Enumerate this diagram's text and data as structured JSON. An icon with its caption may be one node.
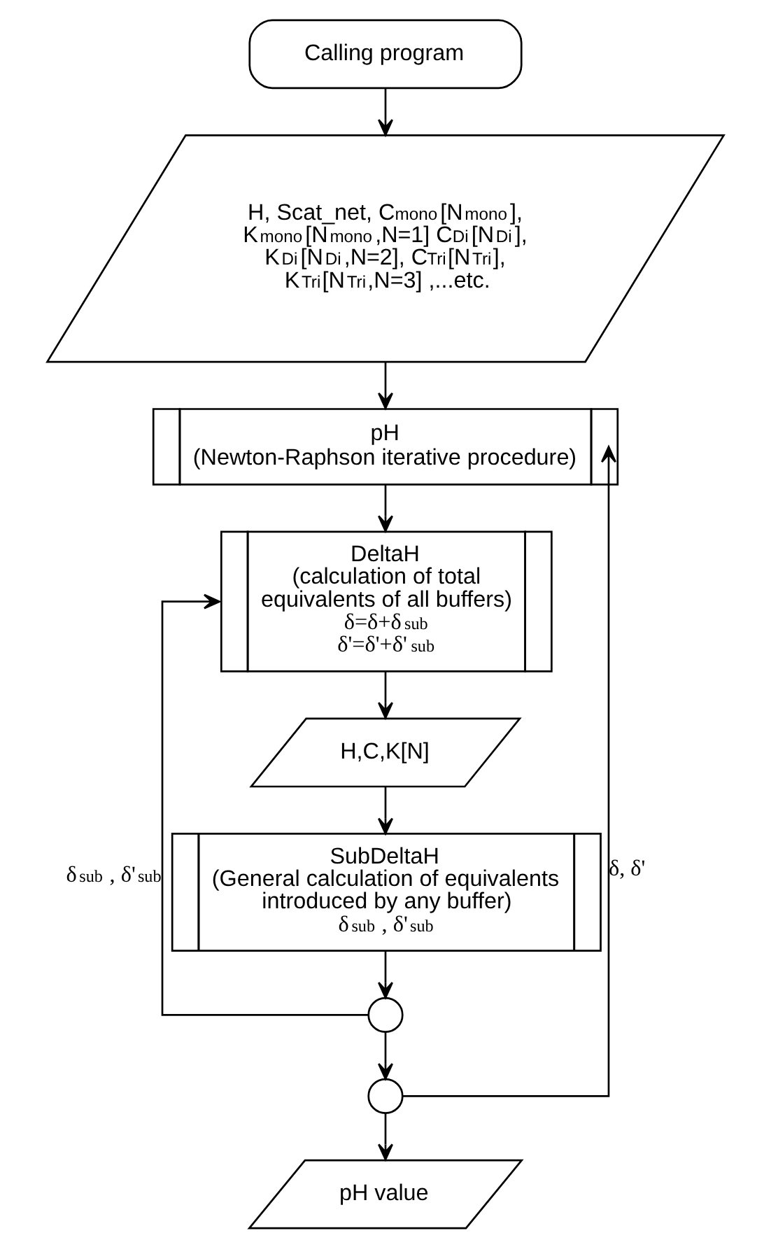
{
  "diagram": {
    "nodes": [
      {
        "text": [
          "Calling program"
        ]
      },
      {
        "text": [
          "H, Scat_net, C$_{mono}$[N$_{mono}$], K$_{mono}$[N$_{mono}$,N=1] C$_{Di}$[N$_{Di}$], K$_{Di}$[N$_{Di}$,N=2], C$_{Tri}$[N$_{Tri}$], K$_{Tri}$[N$_{Tri}$,N=3] ,...etc."
        ]
      },
      {
        "text": [
          "pH",
          "(Newton-Raphson iterative procedure)"
        ]
      },
      {
        "text": [
          "DeltaH",
          "(calculation of total equivalents of all buffers)",
          "δ=δ+δ$_{sub}$",
          "δ'=δ'+δ'$_{sub}$"
        ]
      },
      {
        "text": [
          "H,C,K[N]"
        ]
      },
      {
        "text": [
          "SubDeltaH",
          "(General calculation of equivalents introduced by any buffer)",
          "δ$_{sub}$ , δ'$_{sub}$"
        ]
      },
      {
        "text": [],
        "shape": "circle"
      },
      {
        "text": [],
        "shape": "circle"
      },
      {
        "text": [
          "pH value"
        ]
      }
    ],
    "edges": [
      {
        "from": 0,
        "to": 1,
        "arrow": "to"
      },
      {
        "from": 1,
        "to": 2,
        "arrow": "to"
      },
      {
        "from": 2,
        "to": 3,
        "arrow": "to"
      },
      {
        "from": 3,
        "to": 4,
        "arrow": "to"
      },
      {
        "from": 4,
        "to": 5,
        "arrow": "to"
      },
      {
        "from": 5,
        "to": 6,
        "arrow": "to"
      },
      {
        "from": 6,
        "to": 3,
        "arrow": "to",
        "label": "δ$_{sub}$ , δ'$_{sub}$"
      },
      {
        "from": 6,
        "to": 7,
        "arrow": "to"
      },
      {
        "from": 7,
        "to": 2,
        "arrow": "to",
        "label": "δ, δ'"
      },
      {
        "from": 7,
        "to": 8,
        "arrow": "to"
      }
    ]
  }
}
